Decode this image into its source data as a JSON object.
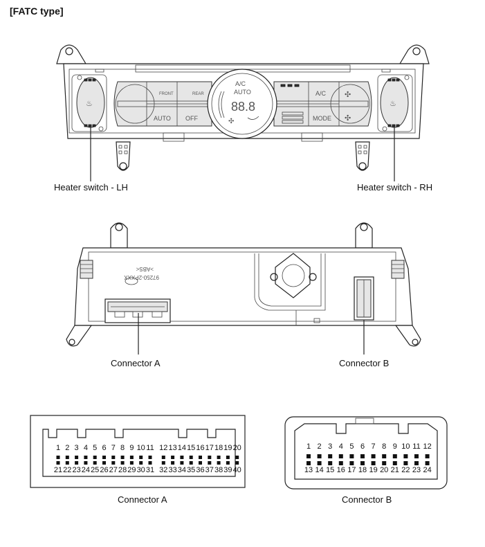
{
  "title": "[FATC type]",
  "panel": {
    "ac_label": "A/C",
    "auto_label": "AUTO",
    "front_label": "FRONT",
    "rear_label": "REAR",
    "btn_auto": "AUTO",
    "btn_off": "OFF",
    "btn_ac": "A/C",
    "btn_mode": "MODE",
    "heater_lh_label": "Heater switch - LH",
    "heater_rh_label": "Heater switch - RH"
  },
  "rear_view": {
    "part_number": "97250-2PXXX",
    "material": ">ABS<",
    "connector_a_label": "Connector A",
    "connector_b_label": "Connector B"
  },
  "connector_a": {
    "label": "Connector A",
    "top_row": [
      "1",
      "2",
      "3",
      "4",
      "5",
      "6",
      "7",
      "8",
      "9",
      "10",
      "11",
      "12",
      "13",
      "14",
      "15",
      "16",
      "17",
      "18",
      "19",
      "20"
    ],
    "bottom_row": [
      "21",
      "22",
      "23",
      "24",
      "25",
      "26",
      "27",
      "28",
      "29",
      "30",
      "31",
      "32",
      "33",
      "34",
      "35",
      "36",
      "37",
      "38",
      "39",
      "40"
    ]
  },
  "connector_b": {
    "label": "Connector B",
    "top_row": [
      "1",
      "2",
      "3",
      "4",
      "5",
      "6",
      "7",
      "8",
      "9",
      "10",
      "11",
      "12"
    ],
    "bottom_row": [
      "13",
      "14",
      "15",
      "16",
      "17",
      "18",
      "19",
      "20",
      "21",
      "22",
      "23",
      "24"
    ]
  }
}
